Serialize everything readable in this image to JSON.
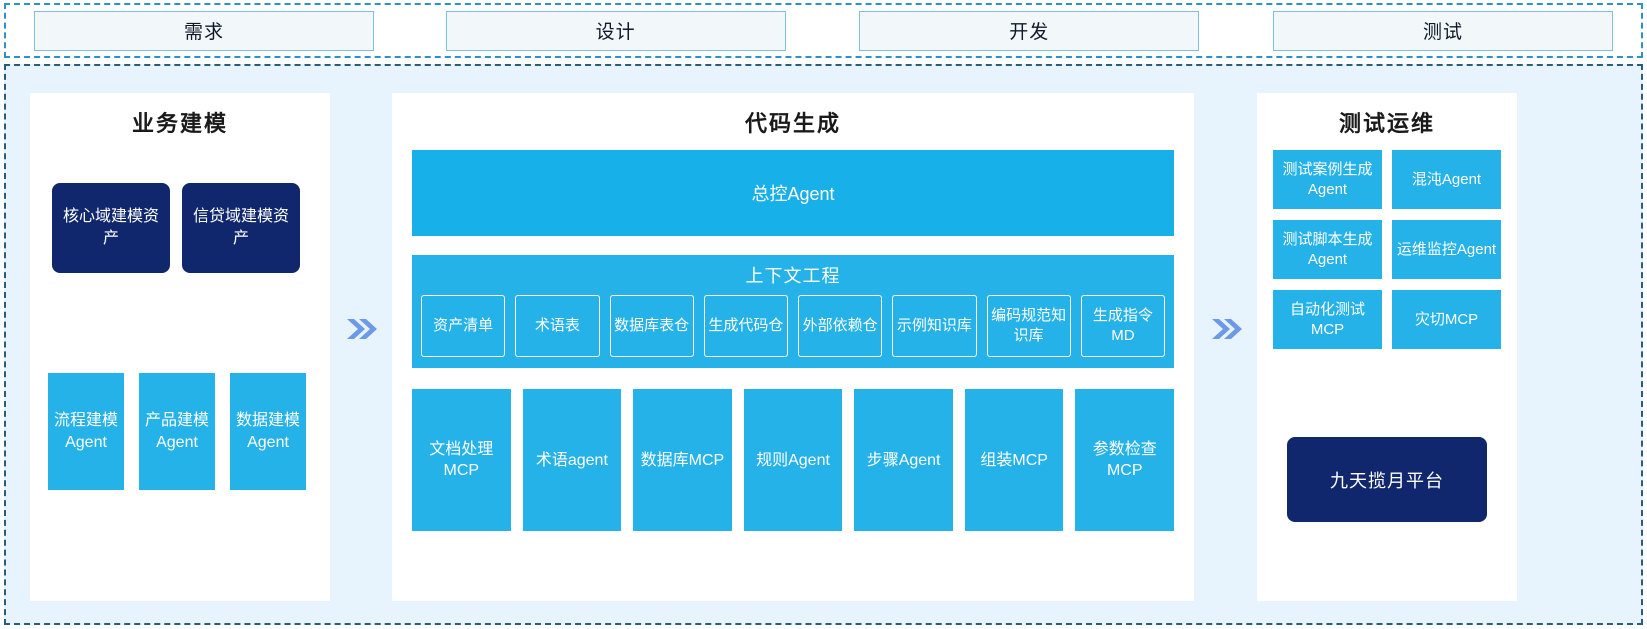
{
  "phases": {
    "items": [
      {
        "label": "需求"
      },
      {
        "label": "设计"
      },
      {
        "label": "开发"
      },
      {
        "label": "测试"
      }
    ]
  },
  "arrows": {
    "left_chevron": "double-chevron-right-icon",
    "right_chevron": "double-chevron-right-icon"
  },
  "panels": {
    "left": {
      "title": "业务建模",
      "assets": [
        {
          "label": "核心域建模资产"
        },
        {
          "label": "信贷域建模资产"
        }
      ],
      "agents": [
        {
          "label": "流程建模Agent"
        },
        {
          "label": "产品建模Agent"
        },
        {
          "label": "数据建模Agent"
        }
      ]
    },
    "center": {
      "title": "代码生成",
      "master_agent": "总控Agent",
      "context": {
        "title": "上下文工程",
        "items": [
          {
            "label": "资产清单"
          },
          {
            "label": "术语表"
          },
          {
            "label": "数据库表仓"
          },
          {
            "label": "生成代码仓"
          },
          {
            "label": "外部依赖仓"
          },
          {
            "label": "示例知识库"
          },
          {
            "label": "编码规范知识库"
          },
          {
            "label": "生成指令MD"
          }
        ]
      },
      "tools": [
        {
          "label": "文档处理MCP"
        },
        {
          "label": "术语agent"
        },
        {
          "label": "数据库MCP"
        },
        {
          "label": "规则Agent"
        },
        {
          "label": "步骤Agent"
        },
        {
          "label": "组装MCP"
        },
        {
          "label": "参数检查MCP"
        }
      ]
    },
    "right": {
      "title": "测试运维",
      "items": [
        {
          "label": "测试案例生成Agent"
        },
        {
          "label": "混沌Agent"
        },
        {
          "label": "测试脚本生成Agent"
        },
        {
          "label": "运维监控Agent"
        },
        {
          "label": "自动化测试MCP"
        },
        {
          "label": "灾切MCP"
        }
      ],
      "platform": "九天揽月平台"
    }
  },
  "colors": {
    "accent_blue": "#25b2e8",
    "master_blue": "#17b0e8",
    "navy": "#10276e",
    "bg_light": "#e8f4fd",
    "phase_fill": "#f2f7fa",
    "phase_border": "#7ec0dd",
    "chevron": "#6c9ae8"
  }
}
